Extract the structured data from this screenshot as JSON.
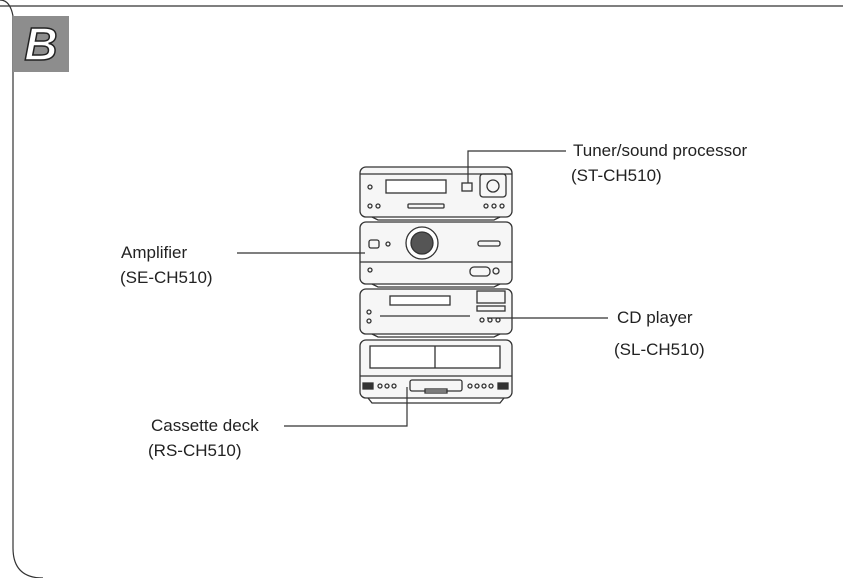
{
  "section": {
    "letter": "B"
  },
  "components": [
    {
      "key": "tuner",
      "name": "Tuner/sound processor",
      "model": "(ST-CH510)"
    },
    {
      "key": "amplifier",
      "name": "Amplifier",
      "model": "(SE-CH510)"
    },
    {
      "key": "cd",
      "name": "CD player",
      "model": "(SL-CH510)"
    },
    {
      "key": "cassette",
      "name": "Cassette deck",
      "model": "(RS-CH510)"
    }
  ]
}
